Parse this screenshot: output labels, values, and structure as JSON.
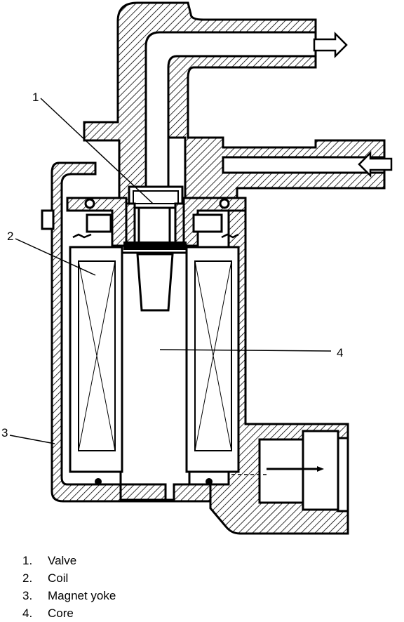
{
  "callouts": [
    {
      "number": "1"
    },
    {
      "number": "2"
    },
    {
      "number": "3"
    },
    {
      "number": "4"
    }
  ],
  "legend": [
    {
      "number": "1.",
      "label": "Valve"
    },
    {
      "number": "2.",
      "label": "Coil"
    },
    {
      "number": "3.",
      "label": "Magnet yoke"
    },
    {
      "number": "4.",
      "label": "Core"
    }
  ],
  "colors": {
    "ink": "#000000",
    "paper": "#ffffff"
  }
}
